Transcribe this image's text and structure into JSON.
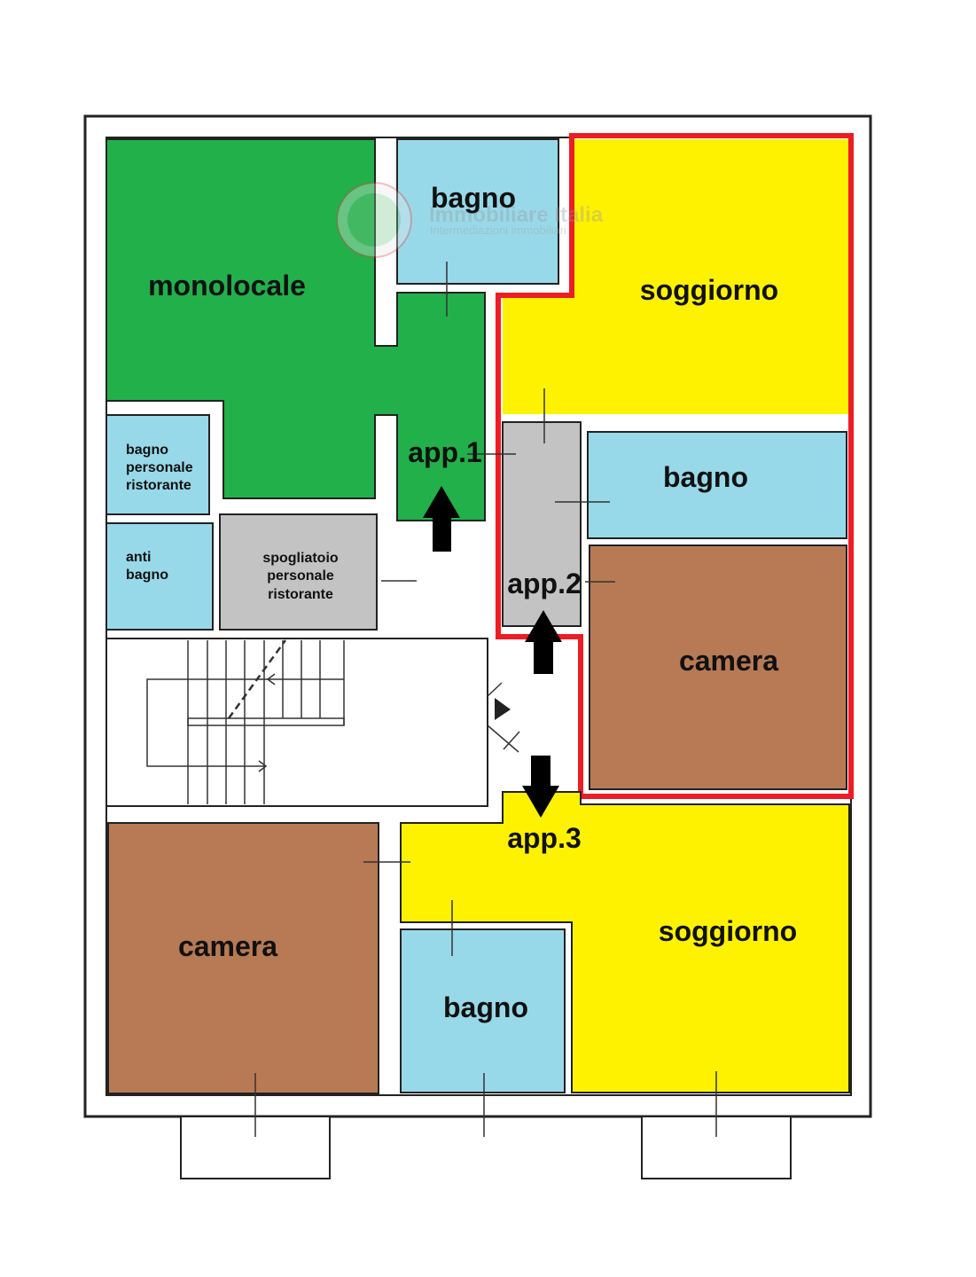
{
  "colors": {
    "monolocale": "#22b04b",
    "bagno": "#98d9e9",
    "soggiorno": "#fff200",
    "camera": "#b77a55",
    "grey": "#c3c3c3",
    "highlight_border": "#ee1c24"
  },
  "watermark": {
    "title": "Immobiliare Italia",
    "subtitle": "Intermediazioni immobiliari"
  },
  "rooms": {
    "monolocale": "monolocale",
    "bagno_top": "bagno",
    "soggiorno_top": "soggiorno",
    "app1": "app.1",
    "bagno_personale": [
      "bagno",
      "personale",
      "ristorante"
    ],
    "anti_bagno": [
      "anti",
      "bagno"
    ],
    "spogliatoio": [
      "spogliatoio",
      "personale",
      "ristorante"
    ],
    "app2": "app.2",
    "bagno_right": "bagno",
    "camera_right": "camera",
    "app3": "app.3",
    "camera_bottom": "camera",
    "soggiorno_bottom": "soggiorno",
    "bagno_bottom": "bagno"
  },
  "arrows": [
    {
      "label": "app.1",
      "direction": "up"
    },
    {
      "label": "app.2",
      "direction": "up"
    },
    {
      "label": "app.3",
      "direction": "down"
    }
  ]
}
